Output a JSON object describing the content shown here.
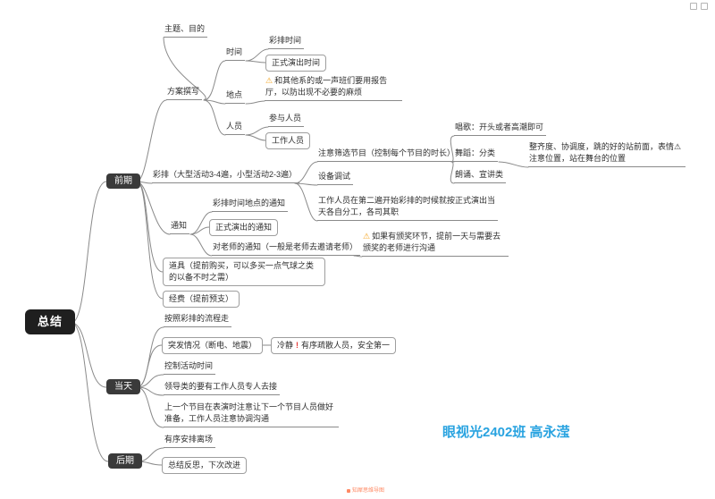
{
  "icons": {
    "warning": "⚠",
    "exclamation": "!"
  },
  "signature": "眼视光2402班 高永滢",
  "watermark": "知犀思维导图",
  "map": {
    "root": "总结",
    "early": {
      "label": "前期",
      "plan": {
        "label": "方案撰写",
        "theme": "主题、目的",
        "time": {
          "label": "时间",
          "rehearsal": "彩排时间",
          "show": "正式演出时间"
        },
        "place": {
          "label": "地点",
          "warning": "和其他系的或一声班们要用报告厅，以防出现不必要的麻烦"
        },
        "people": {
          "label": "人员",
          "participants": "参与人员",
          "staff": "工作人员"
        }
      },
      "rehearse": {
        "label": "彩排（大型活动3-4遍，小型活动2-3遍）",
        "filter": {
          "label": "注意筛选节目（控制每个节目的时长）",
          "sing": "唱歌：开头或者高潮即可",
          "dance": {
            "label": "舞蹈：分类",
            "detail": "整齐度、协调度，跳的好的站前面，表情⚠注意位置，站在舞台的位置"
          },
          "recite": "朗诵、宣讲类"
        },
        "device": "设备调试",
        "division": "工作人员在第二遍开始彩排的时候就按正式演出当天各自分工，各司其职"
      },
      "notice": {
        "label": "通知",
        "rehearsal": "彩排时间地点的通知",
        "show": "正式演出的通知",
        "teacher": {
          "label": "对老师的通知（一般是老师去邀请老师）",
          "award": "如果有颁奖环节，提前一天与需要去颁奖的老师进行沟通"
        }
      },
      "props": "道具（提前购买，可以多买一点气球之类的以备不时之需）",
      "budget": "经费（提前预支）"
    },
    "day": {
      "label": "当天",
      "flow": "按照彩排的流程走",
      "emergency": {
        "label": "突发情况（断电、地震）",
        "calm_pre": "冷静",
        "calm_post": "有序疏散人员，安全第一"
      },
      "control": "控制活动时间",
      "leaders": "领导类的要有工作人员专人去接",
      "coordinate": "上一个节目在表演时注意让下一个节目人员做好准备，工作人员注意协调沟通"
    },
    "late": {
      "label": "后期",
      "exit": "有序安排离场",
      "reflect": "总结反思，下次改进"
    }
  }
}
